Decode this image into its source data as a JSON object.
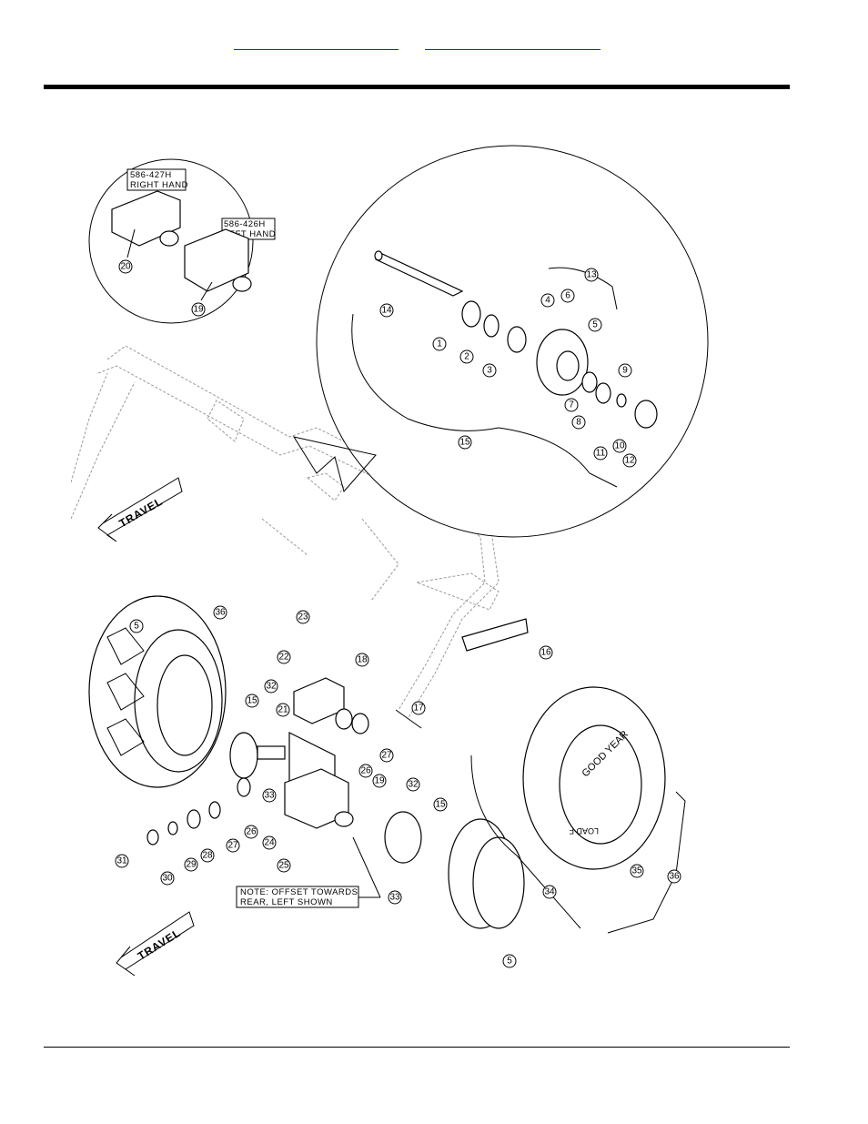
{
  "header": {
    "links": [
      "",
      ""
    ]
  },
  "diagram": {
    "detail_labels": {
      "right_hand_part": "586-427H",
      "right_hand_side": "RIGHT HAND",
      "left_hand_part": "586-426H",
      "left_hand_side": "LEFT HAND"
    },
    "travel_label": "TRAVEL",
    "note_line1": "NOTE: OFFSET TOWARDS",
    "note_line2": "REAR, LEFT SHOWN",
    "tire_brand": "GOOD YEAR",
    "tire_sidewall": "LOAD F",
    "callouts": [
      "20",
      "19",
      "13",
      "4",
      "6",
      "5",
      "14",
      "1",
      "2",
      "3",
      "7",
      "9",
      "8",
      "11",
      "10",
      "12",
      "15",
      "36",
      "5",
      "23",
      "22",
      "18",
      "16",
      "32",
      "15",
      "21",
      "17",
      "27",
      "26",
      "19",
      "32",
      "15",
      "33",
      "27",
      "26",
      "28",
      "29",
      "24",
      "25",
      "31",
      "30",
      "34",
      "33",
      "35",
      "36",
      "5"
    ]
  }
}
